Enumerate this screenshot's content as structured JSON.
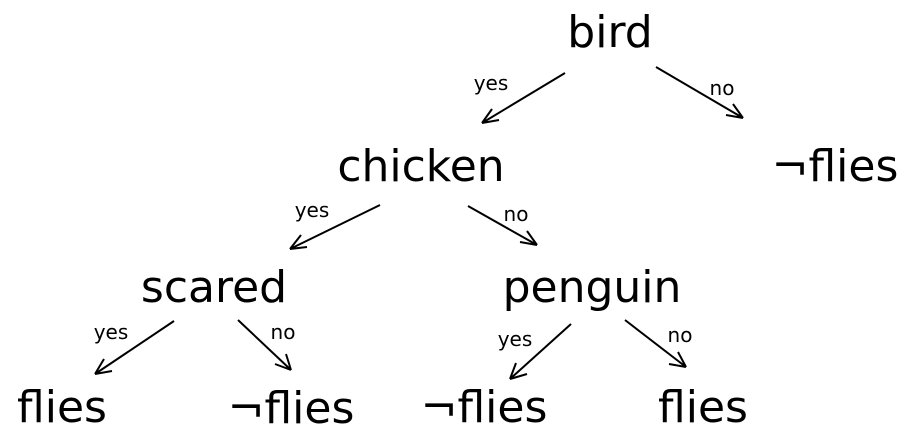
{
  "tree": {
    "nodes": {
      "bird": "bird",
      "chicken": "chicken",
      "not_flies_right": "¬flies",
      "scared": "scared",
      "penguin": "penguin",
      "flies_ll": "flies",
      "not_flies_lr": "¬flies",
      "not_flies_rl": "¬flies",
      "flies_rr": "flies"
    },
    "edges": {
      "bird_chicken": "yes",
      "bird_not_flies": "no",
      "chicken_scared": "yes",
      "chicken_penguin": "no",
      "scared_flies": "yes",
      "scared_not_flies": "no",
      "penguin_not_flies": "yes",
      "penguin_flies": "no"
    }
  }
}
